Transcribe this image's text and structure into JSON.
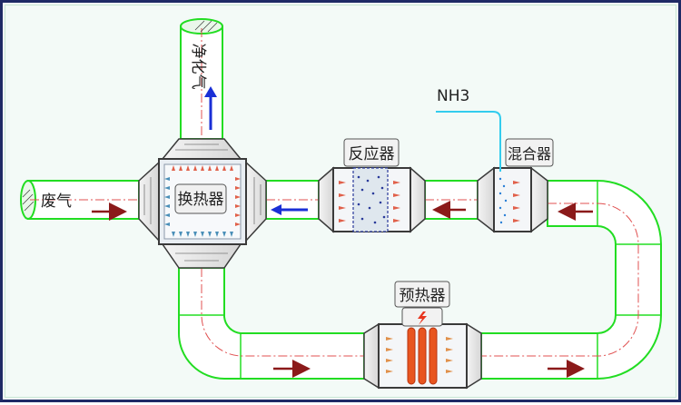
{
  "labels": {
    "waste_gas": "废气",
    "purified_gas": "净化气",
    "heat_exchanger": "换热器",
    "reactor": "反应器",
    "mixer": "混合器",
    "nh3": "NH3",
    "preheater": "预热器"
  },
  "colors": {
    "pipe_outline": "#22dd22",
    "hood": "#3a3a3a",
    "flow_arrow": "#8b1a1a",
    "return_arrow": "#1a2fd6",
    "nh3_line": "#33ccee",
    "heater_element": "#e8551f",
    "centerline": "#e05050"
  }
}
